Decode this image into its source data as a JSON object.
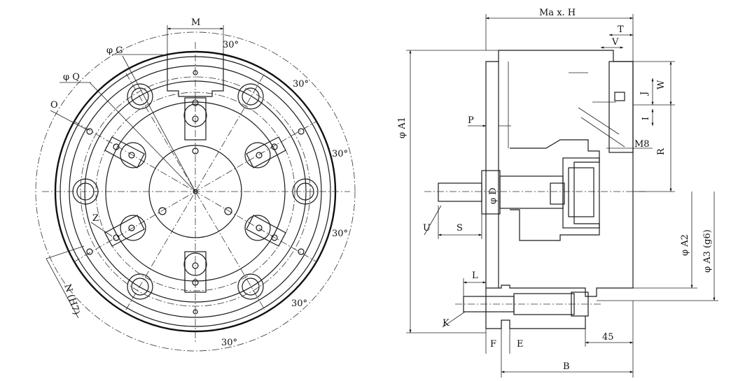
{
  "front_view": {
    "labels": {
      "M": "M",
      "phiG": "φ G",
      "phiQ": "φ Q",
      "O": "O",
      "Z": "Z",
      "N": "N (H7)"
    },
    "angles": [
      "30°",
      "30°",
      "30°",
      "30°",
      "30°",
      "30°"
    ]
  },
  "side_view": {
    "labels": {
      "maxH": "Ma x. H",
      "T": "T",
      "V": "V",
      "J": "J",
      "W": "W",
      "I": "I",
      "M8": "M8",
      "R": "R",
      "phiA1": "φ A1",
      "P": "P",
      "phiD": "φ D",
      "U": "U",
      "S": "S",
      "phiA2": "φ A2",
      "phiA3": "φ A3 (g6)",
      "L": "L",
      "K": "K",
      "F": "F",
      "E": "E",
      "B": "B",
      "dim45": "45"
    }
  }
}
